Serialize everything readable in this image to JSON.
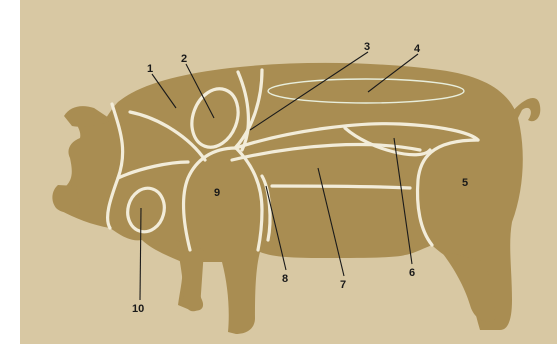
{
  "colors": {
    "background": "#d8c8a3",
    "pig_body": "#a98d52",
    "cut_lines": "#f2ecd9",
    "labels": "#1a1a1a"
  },
  "labels": [
    "1",
    "2",
    "3",
    "4",
    "5",
    "6",
    "7",
    "8",
    "9",
    "10"
  ]
}
